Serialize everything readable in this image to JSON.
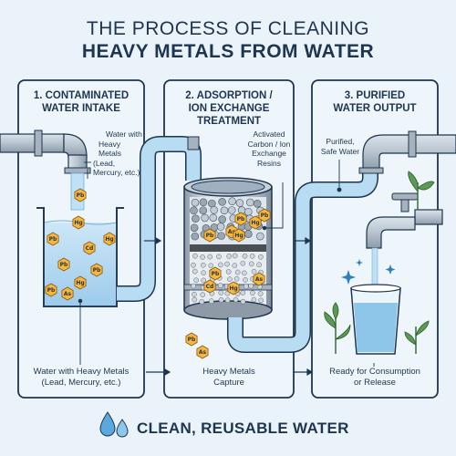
{
  "title": {
    "line1": "THE PROCESS OF CLEANING",
    "line2": "HEAVY METALS FROM WATER"
  },
  "panels": [
    {
      "heading_line1": "1. CONTAMINATED",
      "heading_line2": "WATER INTAKE",
      "note_line1": "Water with",
      "note_line2": "Heavy Metals",
      "note_line3": "(Lead, Mercury, etc.)",
      "caption_line1": "Water with Heavy Metals",
      "caption_line2": "(Lead, Mercury, etc.)"
    },
    {
      "heading_line1": "2. ADSORPTION /",
      "heading_line2": "ION EXCHANGE",
      "heading_line3": "TREATMENT",
      "note_line1": "Activated",
      "note_line2": "Carbon / Ion",
      "note_line3": "Exchange",
      "note_line4": "Resins",
      "caption_line1": "Heavy Metals",
      "caption_line2": "Capture"
    },
    {
      "heading_line1": "3. PURIFIED",
      "heading_line2": "WATER OUTPUT",
      "note_line1": "Purified,",
      "note_line2": "Safe Water",
      "caption_line1": "Ready for Consumption",
      "caption_line2": "or Release"
    }
  ],
  "metal_labels": {
    "pb": "Pb",
    "hg": "Hg",
    "cd": "Cd",
    "as": "As"
  },
  "footer": "CLEAN, REUSABLE WATER",
  "colors": {
    "water": "#a9d4ef",
    "water_dark": "#6fb0dc",
    "pipe": "#b9c4cf",
    "metal": "#f4b740",
    "leaf": "#4f8a4a",
    "ink": "#1e3550"
  }
}
